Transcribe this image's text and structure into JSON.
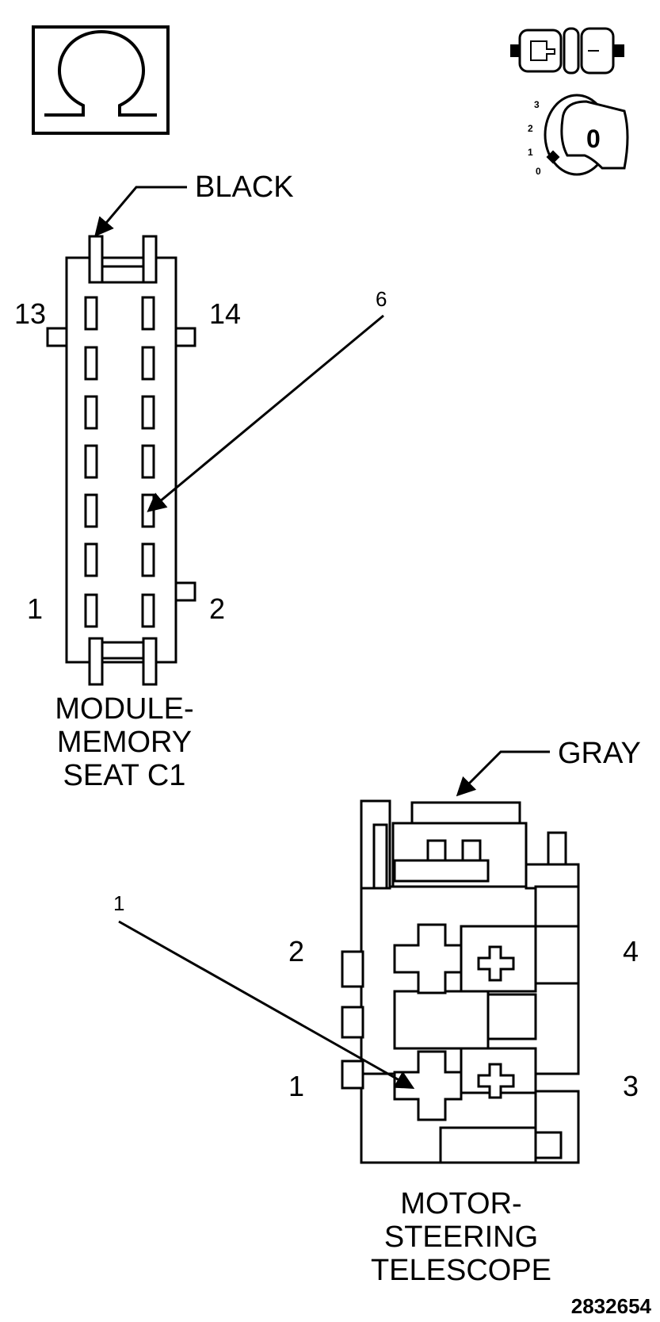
{
  "icons": {
    "ohm_symbol": "Ω",
    "ignition": {
      "positions": [
        "3",
        "2",
        "1",
        "0"
      ],
      "key_label": "0"
    }
  },
  "connector_c1": {
    "color_label": "BLACK",
    "pin_labels": {
      "top_left": "13",
      "top_right": "14",
      "bottom_left": "1",
      "bottom_right": "2"
    },
    "callout": "6",
    "caption": [
      "MODULE-",
      "MEMORY",
      "SEAT C1"
    ]
  },
  "connector_motor": {
    "color_label": "GRAY",
    "pin_labels": {
      "p2": "2",
      "p4": "4",
      "p1": "1",
      "p3": "3"
    },
    "callout": "1",
    "caption": [
      "MOTOR-",
      "STEERING",
      "TELESCOPE"
    ]
  },
  "figure_number": "2832654"
}
